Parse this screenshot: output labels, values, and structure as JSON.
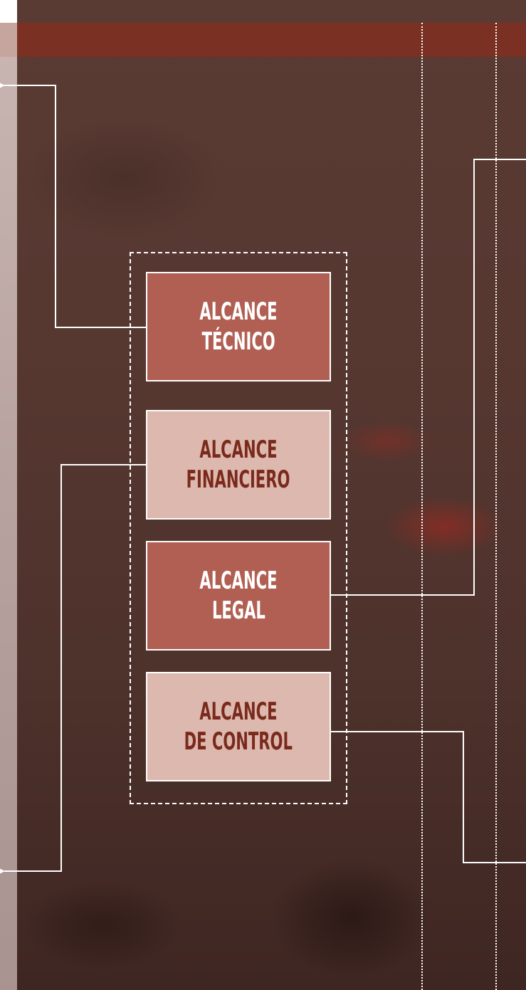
{
  "boxes": [
    {
      "line1": "ALCANCE",
      "line2": "TÉCNICO",
      "style": "dark"
    },
    {
      "line1": "ALCANCE",
      "line2": "FINANCIERO",
      "style": "light"
    },
    {
      "line1": "ALCANCE",
      "line2": "LEGAL",
      "style": "dark"
    },
    {
      "line1": "ALCANCE",
      "line2": "DE CONTROL",
      "style": "light"
    }
  ],
  "colors": {
    "header_bar": "#7a3022",
    "box_dark": "#b15f52",
    "box_light": "#ddb8ae",
    "text_dark_box": "#ffffff",
    "text_light_box": "#7a2a1c",
    "connector": "#ffffff"
  }
}
